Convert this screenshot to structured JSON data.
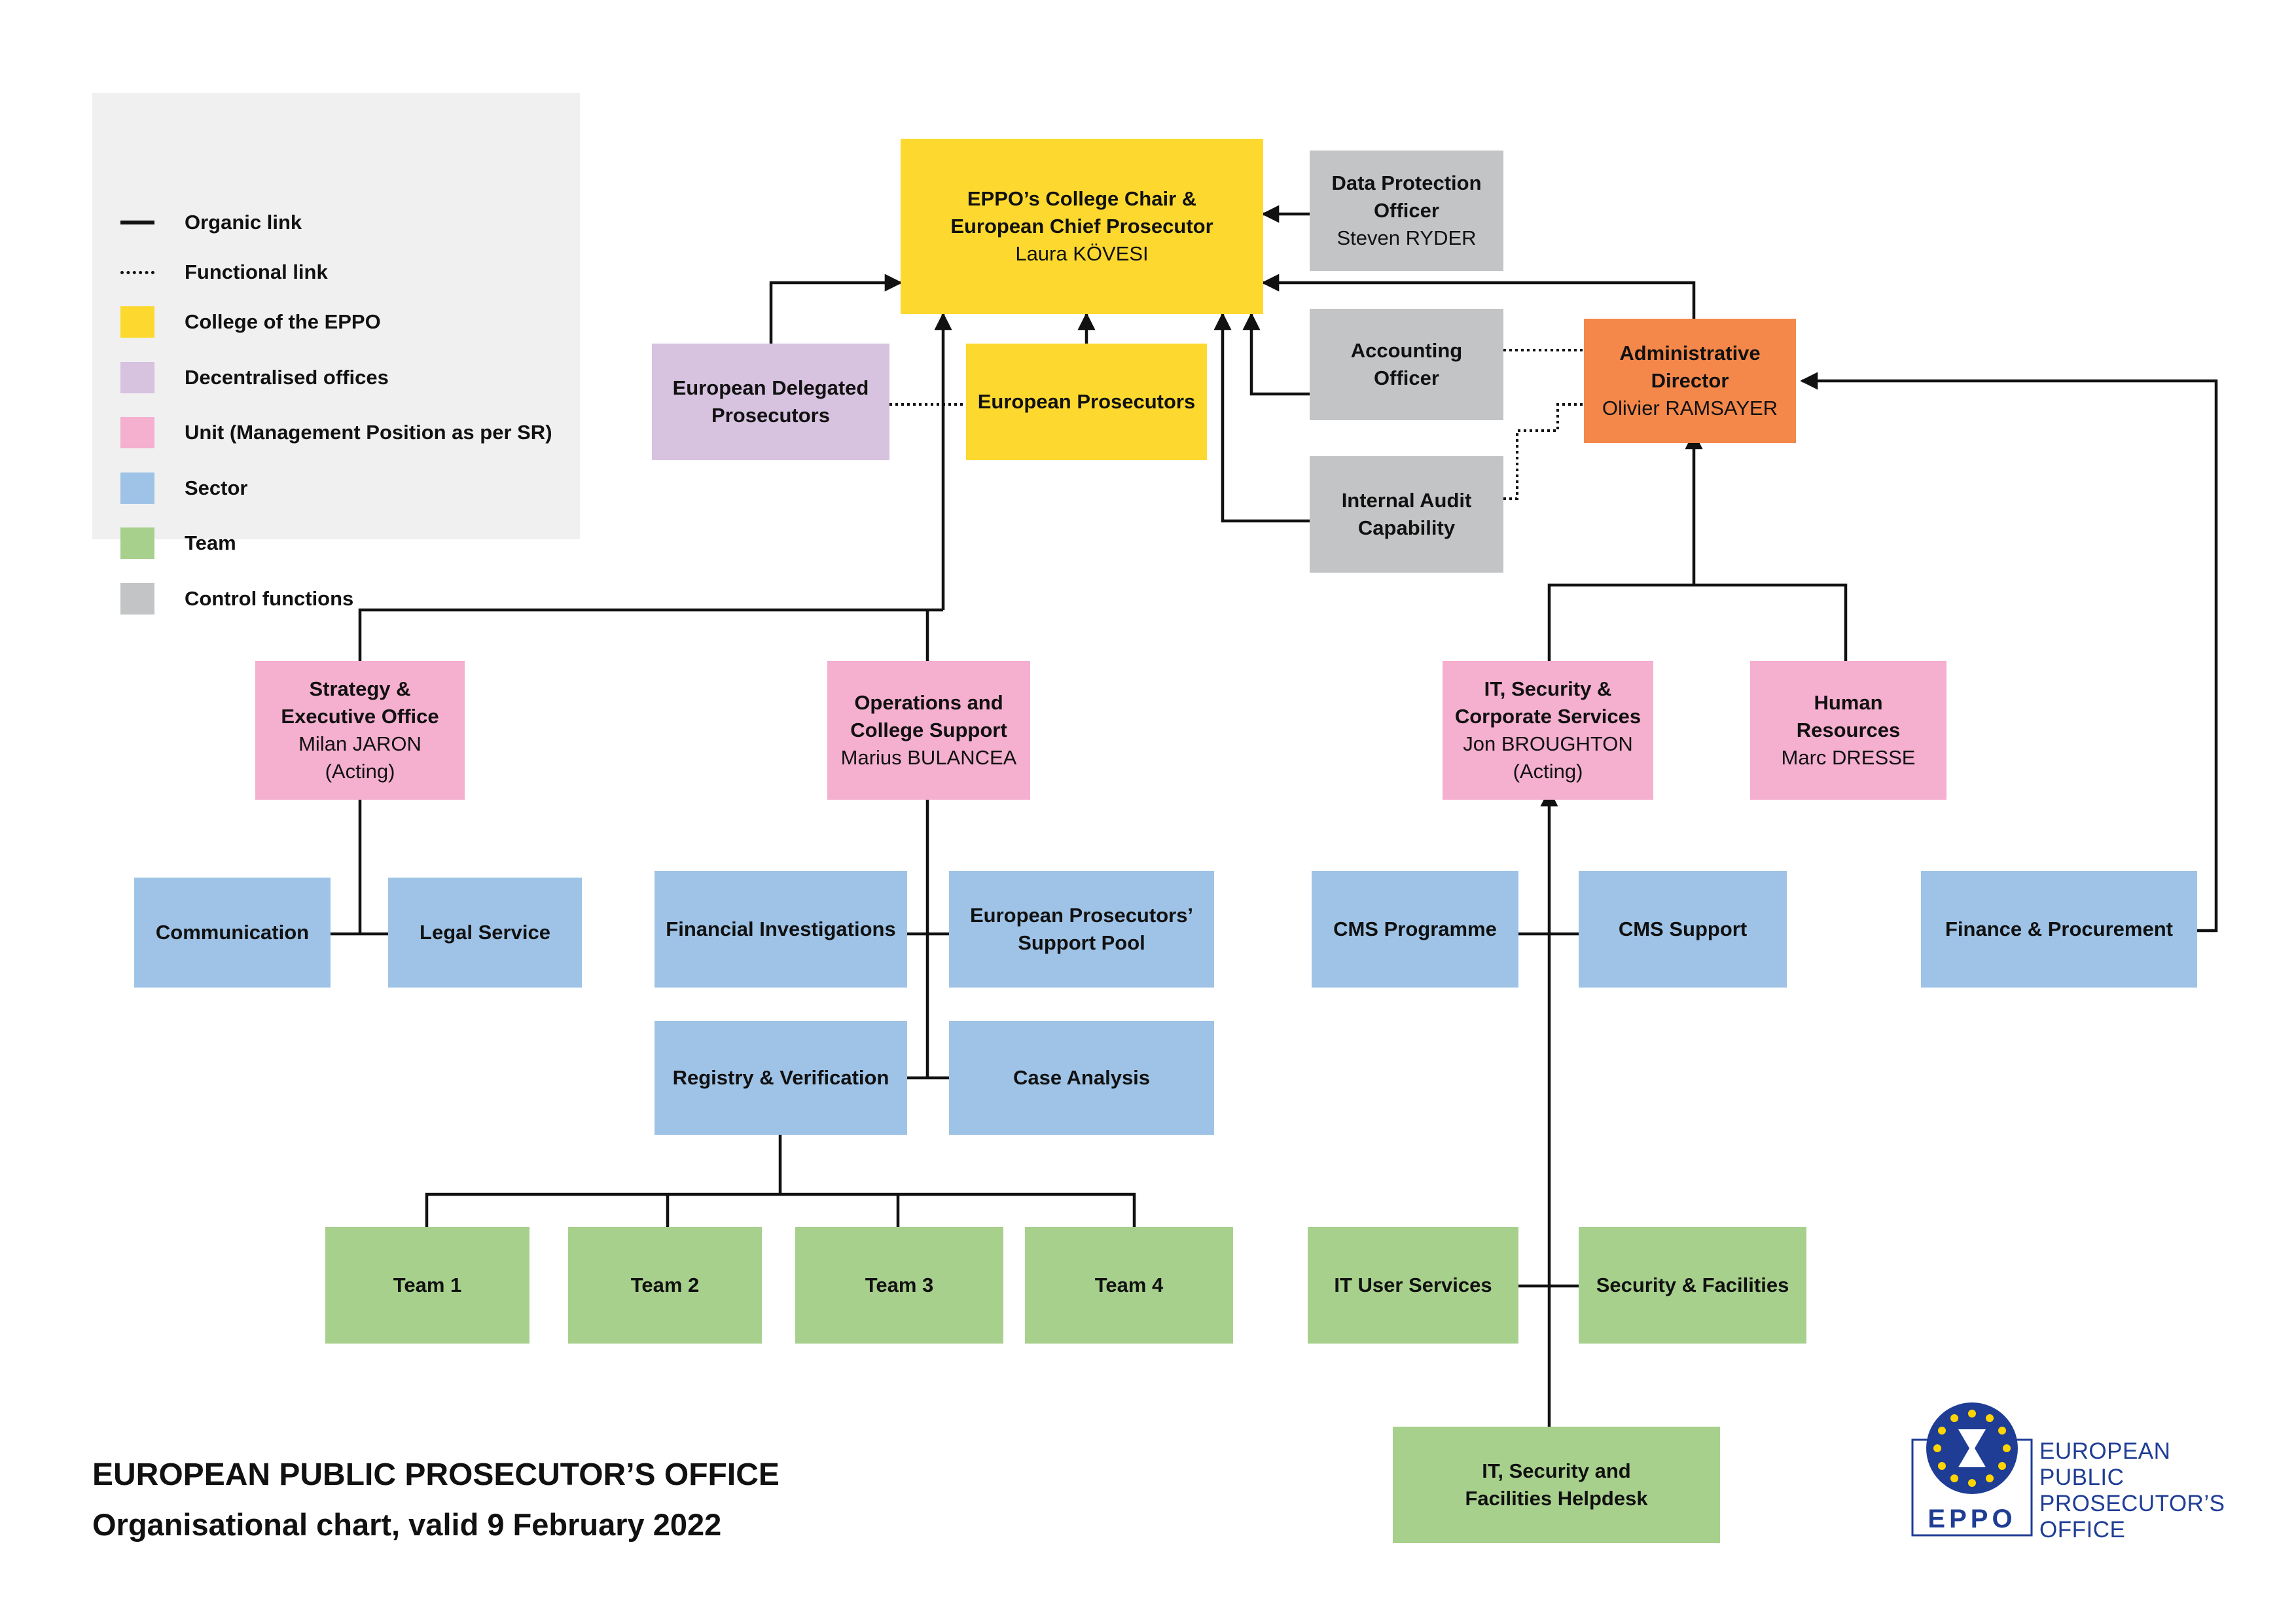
{
  "legend": {
    "organic_link": "Organic link",
    "functional_link": "Functional link",
    "college": "College of the EPPO",
    "decentralised": "Decentralised offices",
    "unit": "Unit (Management Position as per SR)",
    "sector": "Sector",
    "team": "Team",
    "control": "Control functions"
  },
  "boxes": {
    "chief": {
      "l1": "EPPO’s College Chair &",
      "l2": "European Chief Prosecutor",
      "l3": "Laura KÖVESI"
    },
    "dpo": {
      "l1": "Data Protection",
      "l2": "Officer",
      "l3": "Steven RYDER"
    },
    "edp": {
      "l1": "European Delegated",
      "l2": "Prosecutors"
    },
    "ep": {
      "l1": "European Prosecutors"
    },
    "accounting": {
      "l1": "Accounting",
      "l2": "Officer"
    },
    "admin": {
      "l1": "Administrative",
      "l2": "Director",
      "l3": "Olivier RAMSAYER"
    },
    "audit": {
      "l1": "Internal Audit",
      "l2": "Capability"
    },
    "strategy": {
      "l1": "Strategy &",
      "l2": "Executive Office",
      "l3": "Milan JARON",
      "l4": "(Acting)"
    },
    "operations": {
      "l1": "Operations and",
      "l2": "College Support",
      "l3": "Marius BULANCEA"
    },
    "it": {
      "l1": "IT, Security &",
      "l2": "Corporate Services",
      "l3": "Jon BROUGHTON",
      "l4": "(Acting)"
    },
    "hr": {
      "l1": "Human",
      "l2": "Resources",
      "l3": "Marc DRESSE"
    },
    "communication": {
      "l1": "Communication"
    },
    "legal": {
      "l1": "Legal Service"
    },
    "financial": {
      "l1": "Financial Investigations"
    },
    "eppool": {
      "l1": "European Prosecutors’",
      "l2": "Support Pool"
    },
    "registry": {
      "l1": "Registry & Verification"
    },
    "case": {
      "l1": "Case Analysis"
    },
    "cmsprog": {
      "l1": "CMS Programme"
    },
    "cmssupport": {
      "l1": "CMS Support"
    },
    "finance": {
      "l1": "Finance & Procurement"
    },
    "team1": {
      "l1": "Team 1"
    },
    "team2": {
      "l1": "Team 2"
    },
    "team3": {
      "l1": "Team 3"
    },
    "team4": {
      "l1": "Team 4"
    },
    "ituser": {
      "l1": "IT User Services"
    },
    "security": {
      "l1": "Security & Facilities"
    },
    "helpdesk": {
      "l1": "IT, Security and",
      "l2": "Facilities Helpdesk"
    }
  },
  "footer": {
    "title": "EUROPEAN PUBLIC PROSECUTOR’S OFFICE",
    "subtitle": "Organisational chart, valid 9 February 2022"
  },
  "logo": {
    "acronym": "EPPO",
    "line1": "EUROPEAN",
    "line2": "PUBLIC",
    "line3": "PROSECUTOR’S",
    "line4": "OFFICE"
  },
  "colors": {
    "college": "#FDD92F",
    "decentralised": "#D7C2E0",
    "unit": "#F5AFCF",
    "sector": "#9EC3E6",
    "team": "#A8D08D",
    "control": "#C3C4C6",
    "director": "#F4884A",
    "logo_blue": "#1F3D95"
  }
}
